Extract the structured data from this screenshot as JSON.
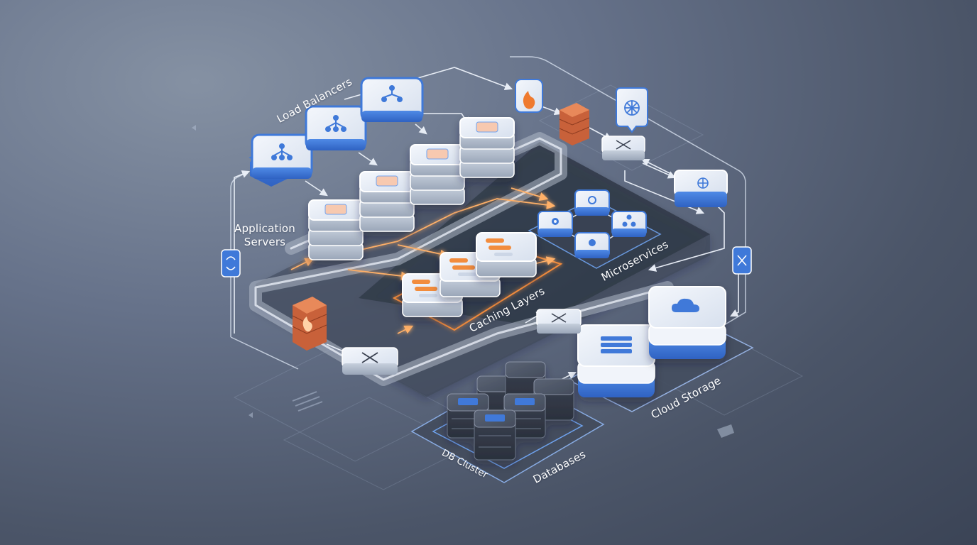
{
  "labels": {
    "load_balancers": "Load Balancers",
    "application_servers_line1": "Application",
    "application_servers_line2": "Servers",
    "caching_layers": "Caching Layers",
    "microservices": "Microservices",
    "cloud_storage": "Cloud Storage",
    "databases": "Databases",
    "db_cluster": "DB Cluster"
  },
  "colors": {
    "accent_blue": "#3f79d9",
    "firewall_orange": "#e07a45",
    "cache_orange": "#f28c3d",
    "flow_light": "#e8eef8",
    "flow_glow": "#ffb067",
    "db_dark": "#3a4150"
  },
  "icons": [
    "network-hub-icon",
    "firewall-icon",
    "fire-icon",
    "kubernetes-icon",
    "cloud-icon",
    "storage-bars-icon",
    "gear-icon",
    "switch-arrows-icon",
    "sync-icon"
  ]
}
